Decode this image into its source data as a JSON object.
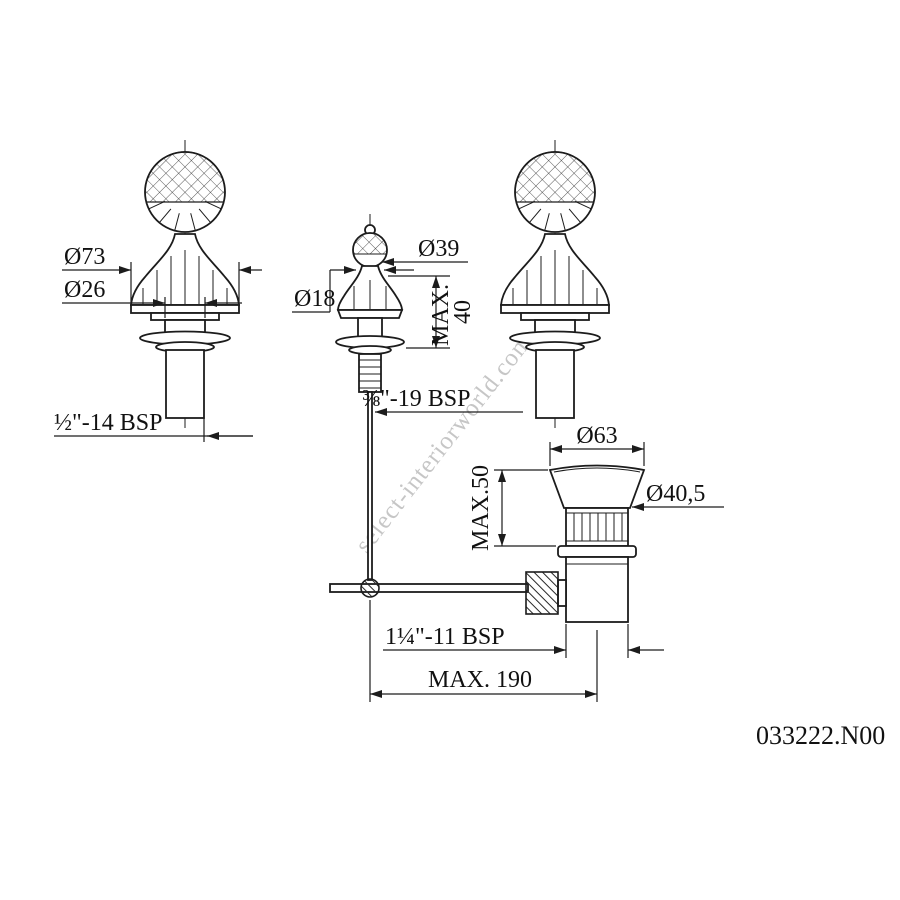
{
  "page": {
    "background": "#ffffff",
    "line_color": "#1c1c1c",
    "product_code": "033222.N00",
    "watermark": "select-interiorworld.com"
  },
  "labels": {
    "handle_d73": "Ø73",
    "handle_d26": "Ø26",
    "handle_thread": "½\"-14 BSP",
    "spout_d18": "Ø18",
    "spout_d39": "Ø39",
    "spout_max_l1": "MAX.",
    "spout_max_l2": "40",
    "spout_thread": "⅜\"-19 BSP",
    "drain_d63": "Ø63",
    "drain_d405": "Ø40,5",
    "drain_max": "MAX.50",
    "drain_thread": "1¼\"-11 BSP",
    "overall_max": "MAX. 190"
  }
}
